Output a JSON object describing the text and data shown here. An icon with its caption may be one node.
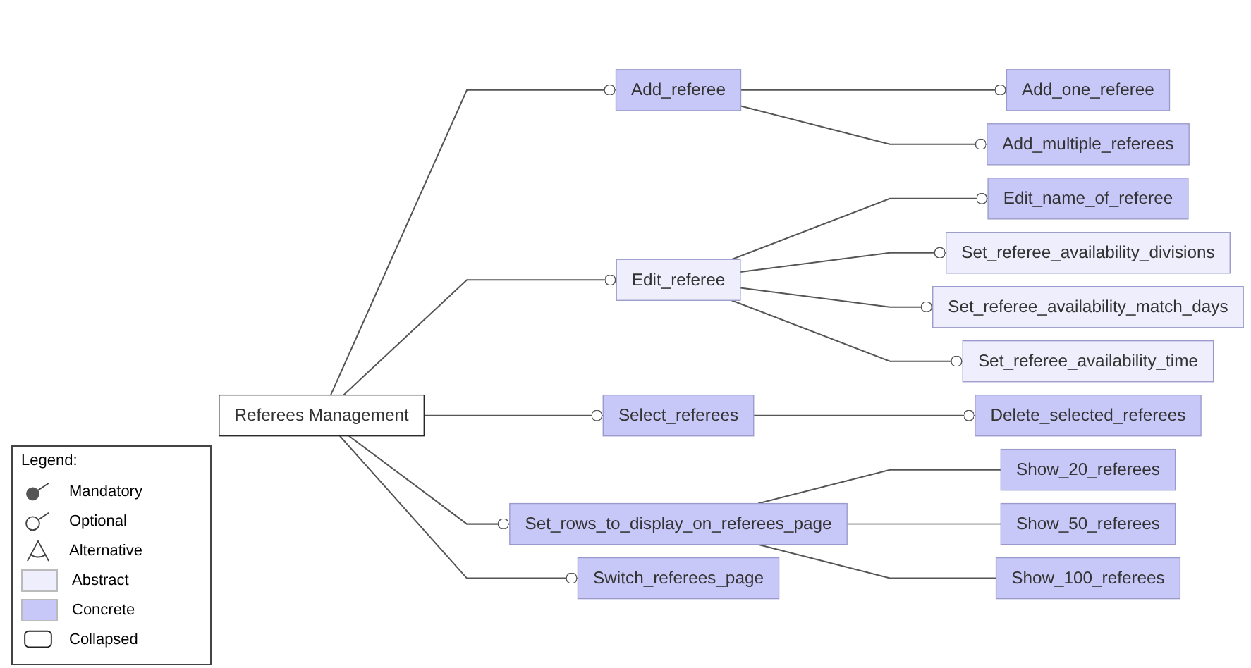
{
  "diagram": {
    "nodes": [
      {
        "text": [
          "Referees Management"
        ]
      },
      {
        "text": [
          "Add_referee"
        ]
      },
      {
        "text": [
          "Add_one_referee"
        ]
      },
      {
        "text": [
          "Add_multiple_referees"
        ]
      },
      {
        "text": [
          "Edit_referee"
        ]
      },
      {
        "text": [
          "Edit_name_of_referee"
        ]
      },
      {
        "text": [
          "Set_referee_availability_divisions"
        ]
      },
      {
        "text": [
          "Set_referee_availability_match_days"
        ]
      },
      {
        "text": [
          "Set_referee_availability_time"
        ]
      },
      {
        "text": [
          "Select_referees"
        ]
      },
      {
        "text": [
          "Delete_selected_referees"
        ]
      },
      {
        "text": [
          "Set_rows_to_display_on_referees_page"
        ]
      },
      {
        "text": [
          "Show_20_referees"
        ]
      },
      {
        "text": [
          "Show_50_referees"
        ]
      },
      {
        "text": [
          "Show_100_referees"
        ]
      },
      {
        "text": [
          "Switch_referees_page"
        ]
      }
    ],
    "edges": [
      {
        "from": 0,
        "to": 1,
        "arrow": "other"
      },
      {
        "from": 1,
        "to": 2,
        "arrow": "other"
      },
      {
        "from": 1,
        "to": 3,
        "arrow": "other"
      },
      {
        "from": 0,
        "to": 4,
        "arrow": "other"
      },
      {
        "from": 4,
        "to": 5,
        "arrow": "other"
      },
      {
        "from": 4,
        "to": 6,
        "arrow": "other"
      },
      {
        "from": 4,
        "to": 7,
        "arrow": "other"
      },
      {
        "from": 4,
        "to": 8,
        "arrow": "other"
      },
      {
        "from": 0,
        "to": 9,
        "arrow": "other"
      },
      {
        "from": 9,
        "to": 10,
        "arrow": "other"
      },
      {
        "from": 0,
        "to": 11,
        "arrow": "other"
      },
      {
        "from": 11,
        "to": 12,
        "arrow": "none"
      },
      {
        "from": 11,
        "to": 13,
        "arrow": "none",
        "color": "#aaaaaa"
      },
      {
        "from": 11,
        "to": 14,
        "arrow": "none"
      },
      {
        "from": 0,
        "to": 15,
        "arrow": "other"
      }
    ],
    "labels": [
      "Legend:"
    ],
    "legend": [
      {
        "text": "Mandatory"
      },
      {
        "text": "Optional"
      },
      {
        "text": "Alternative"
      },
      {
        "text": "Abstract",
        "color": "#eeeefc"
      },
      {
        "text": "Concrete",
        "color": "#c8c8f8"
      },
      {
        "text": "Collapsed"
      }
    ]
  }
}
